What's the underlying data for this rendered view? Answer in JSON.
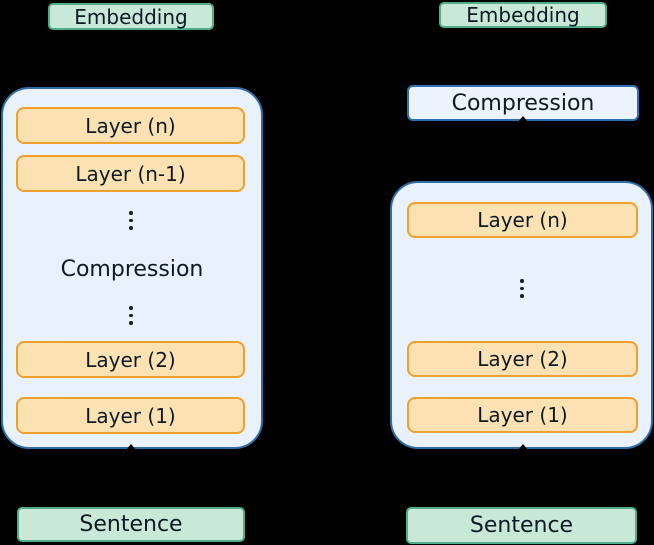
{
  "diagram": {
    "left": {
      "embedding": "Embedding",
      "layer_n": "Layer (n)",
      "layer_n_minus_1": "Layer (n-1)",
      "compression": "Compression",
      "layer_2": "Layer (2)",
      "layer_1": "Layer (1)",
      "sentence": "Sentence"
    },
    "right": {
      "embedding": "Embedding",
      "compression": "Compression",
      "layer_n": "Layer (n)",
      "layer_2": "Layer (2)",
      "layer_1": "Layer (1)",
      "sentence": "Sentence"
    },
    "colors": {
      "background": "#000000",
      "green_fill": "#c9e8d8",
      "green_border": "#4fae8c",
      "container_fill": "#e9f1fc",
      "container_border": "#2e6da8",
      "compression_fill": "#ecf3fd",
      "compression_border": "#2e6fb5",
      "layer_fill": "#fce2b2",
      "layer_border": "#f0a02f",
      "text": "#0e1b26",
      "arrow": "#000000"
    }
  }
}
